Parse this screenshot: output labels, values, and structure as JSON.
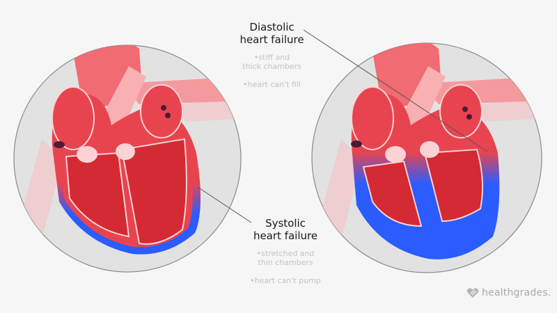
{
  "diastolic": {
    "title_line1": "Diastolic",
    "title_line2": "heart failure",
    "bullet1_line1": "•stiff and",
    "bullet1_line2": "thick chambers",
    "bullet2": "•heart can't fill"
  },
  "systolic": {
    "title_line1": "Systolic",
    "title_line2": "heart failure",
    "bullet1_line1": "•stretched and",
    "bullet1_line2": "thin chambers",
    "bullet2": "•heart can't pump"
  },
  "brand": {
    "name": "healthgrades.",
    "icon": "heart-logo-icon"
  },
  "colors": {
    "background": "#f6f6f6",
    "circle_fill": "#e2e2e2",
    "circle_stroke": "#8a8a8a",
    "heart_red": "#e8444f",
    "heart_dark_red": "#d42a33",
    "heart_pink": "#f49a9e",
    "failure_blue": "#2a5cff",
    "leader_line": "#555555"
  }
}
